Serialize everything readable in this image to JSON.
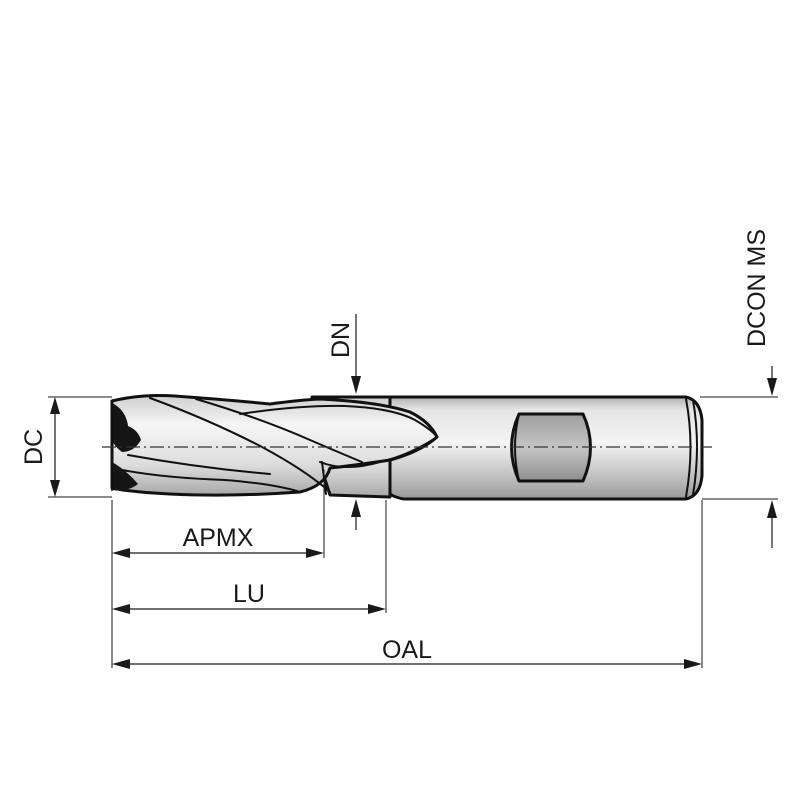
{
  "labels": {
    "dc": "DC",
    "dn": "DN",
    "dcon_ms": "DCON MS",
    "apmx": "APMX",
    "lu": "LU",
    "oal": "OAL"
  },
  "colors": {
    "outline": "#111111",
    "shank_fill": "#c9c9c9",
    "flute_fill": "#e2e2e2",
    "dimension_line": "#1a1a1a"
  }
}
